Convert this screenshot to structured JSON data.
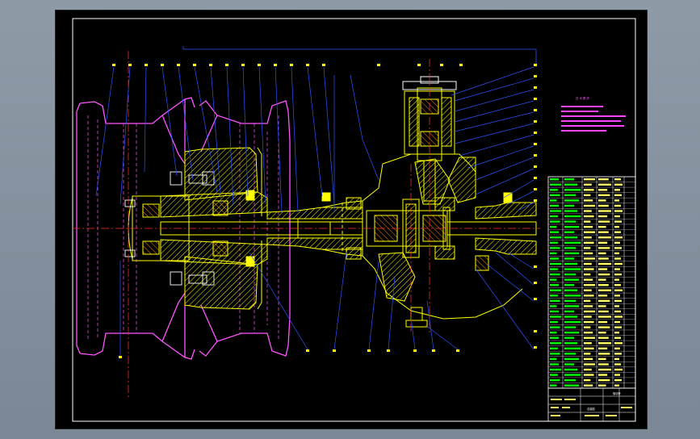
{
  "drawing": {
    "technical_notes_title": "技 术 要 求",
    "title_block": {
      "drawing_name": "驱动桥",
      "code": "总装图"
    }
  },
  "colors": {
    "frame": "#ffffff",
    "background": "#000000",
    "part_outline": "#ffff00",
    "hatch": "#ffff00",
    "rim": "#ff55ff",
    "leader": "#2b55ff",
    "centerline": "#ff3333",
    "bom_fill": "#00ff00",
    "text_notes": "#ff44ff"
  }
}
